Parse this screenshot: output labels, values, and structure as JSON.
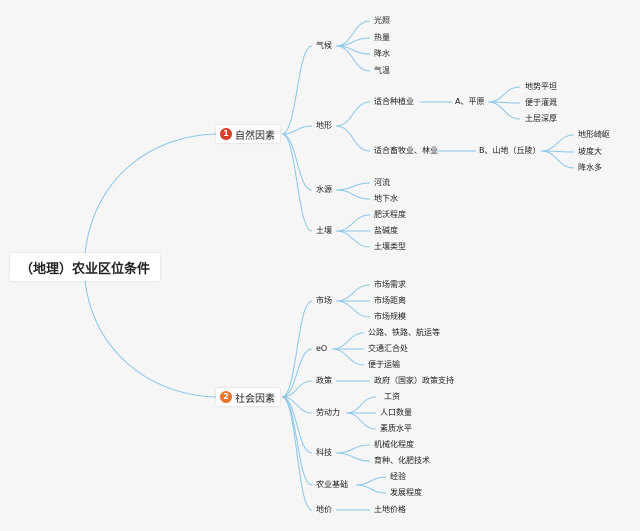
{
  "root": "（地理）农业区位条件",
  "natural": {
    "badge": "1",
    "badge_color": "#d9412b",
    "label": "自然因素",
    "climate": {
      "label": "气候",
      "items": [
        "光照",
        "热量",
        "降水",
        "气温"
      ]
    },
    "terrain": {
      "label": "地形",
      "planting": {
        "label": "适合种植业",
        "plain": "A、平原",
        "items": [
          "地势平坦",
          "便于灌溉",
          "土层深厚"
        ]
      },
      "livestock": {
        "label": "适合畜牧业、林业",
        "hill": "B、山地（丘陵）",
        "items": [
          "地形崎岖",
          "坡度大",
          "降水多"
        ]
      }
    },
    "water": {
      "label": "水源",
      "items": [
        "河流",
        "地下水"
      ]
    },
    "soil": {
      "label": "土壤",
      "items": [
        "肥沃程度",
        "盐碱度",
        "土壤类型"
      ]
    }
  },
  "social": {
    "badge": "2",
    "badge_color": "#e8772c",
    "label": "社会因素",
    "market": {
      "label": "市场",
      "items": [
        "市场需求",
        "市场距离",
        "市场规模"
      ]
    },
    "transport": {
      "label": "eO",
      "items": [
        "公路、铁路、航运等",
        "交通汇合处",
        "便于运输"
      ]
    },
    "policy": {
      "label": "政策",
      "items": [
        "政府（国家）政策支持"
      ]
    },
    "labor": {
      "label": "劳动力",
      "items": [
        "工资",
        "人口数量",
        "素质水平"
      ]
    },
    "tech": {
      "label": "科技",
      "items": [
        "机械化程度",
        "育种、化肥技术"
      ]
    },
    "base": {
      "label": "农业基础",
      "items": [
        "经验",
        "发展程度"
      ]
    },
    "land": {
      "label": "地价",
      "items": [
        "土地价格"
      ]
    }
  }
}
